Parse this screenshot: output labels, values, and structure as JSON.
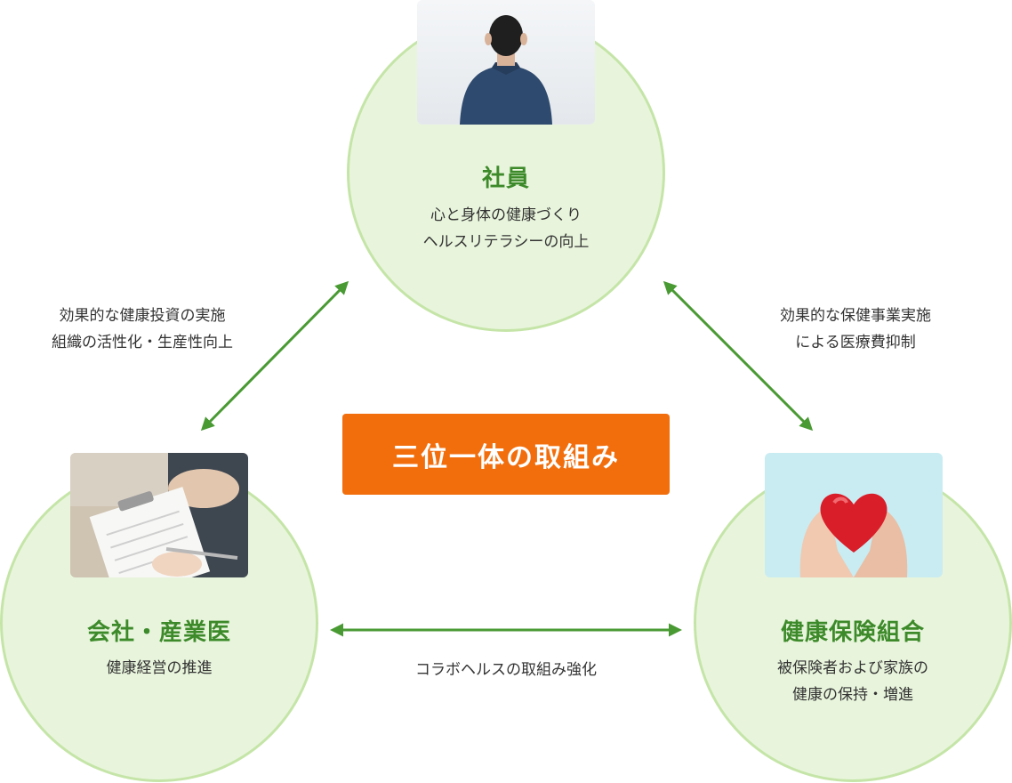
{
  "center": {
    "label": "三位一体の取組み"
  },
  "nodes": {
    "employee": {
      "title": "社員",
      "lines": [
        "心と身体の健康づくり",
        "ヘルスリテラシーの向上"
      ],
      "photo_icon": "businessman-back-photo"
    },
    "company": {
      "title": "会社・産業医",
      "lines": [
        "健康経営の推進"
      ],
      "photo_icon": "clipboard-consultation-photo"
    },
    "insurance": {
      "title": "健康保険組合",
      "lines": [
        "被保険者および家族の",
        "健康の保持・増進"
      ],
      "photo_icon": "hands-holding-heart-photo"
    }
  },
  "edges": {
    "employee_company": {
      "lines": [
        "効果的な健康投資の実施",
        "組織の活性化・生産性向上"
      ]
    },
    "employee_insurance": {
      "lines": [
        "効果的な保健事業実施",
        "による医療費抑制"
      ]
    },
    "company_insurance": {
      "lines": [
        "コラボヘルスの取組み強化"
      ]
    }
  },
  "colors": {
    "circle_fill": "#e8f5dc",
    "circle_border": "#c5e5a8",
    "title_green": "#3d8a2a",
    "arrow_green": "#4a9a34",
    "center_orange": "#f26e0d"
  }
}
